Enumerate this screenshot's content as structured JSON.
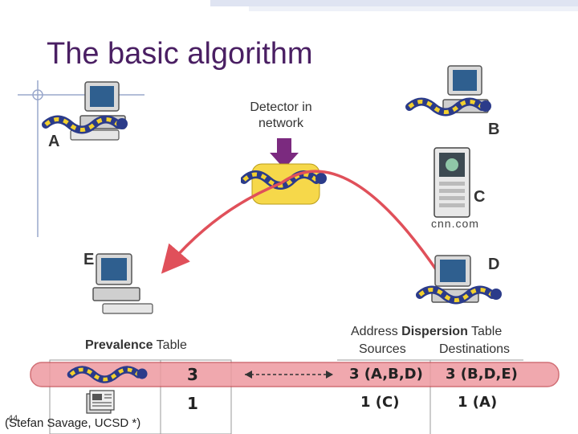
{
  "slide": {
    "title": "The basic algorithm",
    "slide_number": "44",
    "credit": "(Stefan Savage, UCSD *)"
  },
  "detector": {
    "label_line1": "Detector in",
    "label_line2": "network"
  },
  "nodes": {
    "a": "A",
    "b": "B",
    "c": "C",
    "d": "D",
    "e": "E",
    "c_caption": "cnn.com"
  },
  "prevalence": {
    "title_bold": "Prevalence",
    "title_rest": "Table",
    "row1": "3",
    "row2": "1"
  },
  "dispersion": {
    "title_part1": "Address",
    "title_bold": "Dispersion",
    "title_part3": "Table",
    "col_sources": "Sources",
    "col_destinations": "Destinations",
    "row1_sources": "3 (A,B,D)",
    "row1_destinations": "3 (B,D,E)",
    "row2_sources": "1 (C)",
    "row2_destinations": "1 (A)"
  },
  "colors": {
    "title": "#4a1f63",
    "highlight_band": "#ee9aa0",
    "arrow": "#e0505a",
    "detector_arrow": "#7b2a7f",
    "detector_box": "#f6d84a"
  },
  "icons": [
    "computer-icon",
    "worm-icon",
    "server-icon",
    "newspaper-icon",
    "detector-arrow-icon"
  ]
}
